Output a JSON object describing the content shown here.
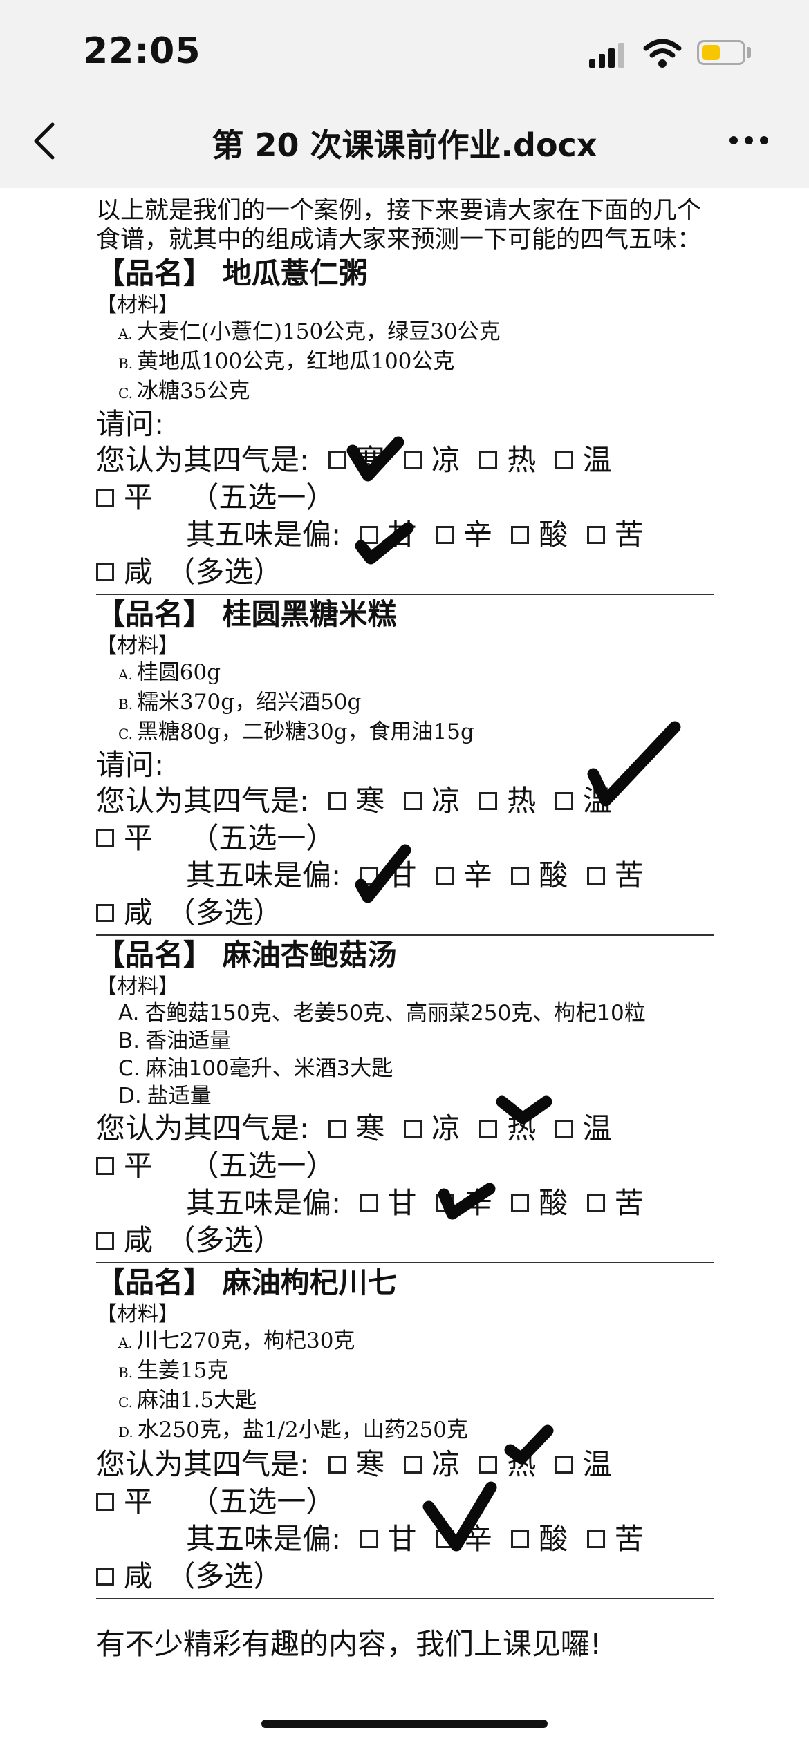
{
  "status": {
    "time": "22:05"
  },
  "nav": {
    "title": "第 20 次课课前作业.docx"
  },
  "doc": {
    "intro": "以上就是我们的一个案例，接下来要请大家在下面的几个食谱，就其中的组成请大家来预测一下可能的四气五味：",
    "sections": [
      {
        "title": "【品名】 地瓜薏仁粥",
        "material_label": "【材料】",
        "materials": [
          {
            "marker": "A.",
            "text": "大麦仁(小薏仁)150公克，绿豆30公克"
          },
          {
            "marker": "B.",
            "text": "黄地瓜100公克，红地瓜100公克"
          },
          {
            "marker": "C.",
            "text": "冰糖35公克"
          }
        ],
        "question": "请问:",
        "qi_label": "您认为其四气是:",
        "qi_options": [
          "寒",
          "凉",
          "热",
          "温"
        ],
        "qi_option_last": "平",
        "qi_note": "（五选一）",
        "wei_label": "其五味是偏:",
        "wei_options": [
          "甘",
          "辛",
          "酸",
          "苦"
        ],
        "wei_option_last": "咸",
        "wei_note": "（多选）"
      },
      {
        "title": "【品名】 桂圆黑糖米糕",
        "material_label": "【材料】",
        "materials": [
          {
            "marker": "A.",
            "text": "桂圆60g"
          },
          {
            "marker": "B.",
            "text": "糯米370g，绍兴酒50g"
          },
          {
            "marker": "C.",
            "text": "黑糖80g，二砂糖30g，食用油15g"
          }
        ],
        "question": "请问:",
        "qi_label": "您认为其四气是:",
        "qi_options": [
          "寒",
          "凉",
          "热",
          "温"
        ],
        "qi_option_last": "平",
        "qi_note": "（五选一）",
        "wei_label": "其五味是偏:",
        "wei_options": [
          "甘",
          "辛",
          "酸",
          "苦"
        ],
        "wei_option_last": "咸",
        "wei_note": "（多选）"
      },
      {
        "title": "【品名】 麻油杏鲍菇汤",
        "material_label": "【材料】",
        "materials": [
          {
            "marker": "A.",
            "text": "杏鲍菇150克、老姜50克、高丽菜250克、枸杞10粒"
          },
          {
            "marker": "B.",
            "text": "香油适量"
          },
          {
            "marker": "C.",
            "text": "麻油100毫升、米酒3大匙"
          },
          {
            "marker": "D.",
            "text": "盐适量"
          }
        ],
        "qi_label": "您认为其四气是:",
        "qi_options": [
          "寒",
          "凉",
          "热",
          "温"
        ],
        "qi_option_last": "平",
        "qi_note": "（五选一）",
        "wei_label": "其五味是偏:",
        "wei_options": [
          "甘",
          "辛",
          "酸",
          "苦"
        ],
        "wei_option_last": "咸",
        "wei_note": "（多选）"
      },
      {
        "title": "【品名】 麻油枸杞川七",
        "material_label": "【材料】",
        "materials": [
          {
            "marker": "A.",
            "text": "川七270克，枸杞30克"
          },
          {
            "marker": "B.",
            "text": "生姜15克"
          },
          {
            "marker": "C.",
            "text": "麻油1.5大匙"
          },
          {
            "marker": "D.",
            "text": "水250克，盐1/2小匙，山药250克"
          }
        ],
        "qi_label": "您认为其四气是:",
        "qi_options": [
          "寒",
          "凉",
          "热",
          "温"
        ],
        "qi_option_last": "平",
        "qi_note": "（五选一）",
        "wei_label": "其五味是偏:",
        "wei_options": [
          "甘",
          "辛",
          "酸",
          "苦"
        ],
        "wei_option_last": "咸",
        "wei_note": "（多选）"
      }
    ],
    "closing": "有不少精彩有趣的内容，我们上课见囉!"
  }
}
